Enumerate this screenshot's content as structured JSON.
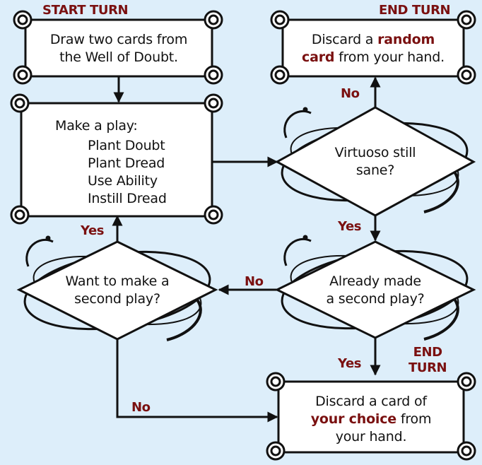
{
  "colors": {
    "background": "#ddeefa",
    "accent_red": "#7a1010",
    "stroke": "#111111",
    "box_fill": "#ffffff"
  },
  "labels": {
    "start_turn": "START TURN",
    "end_turn_top": "END TURN",
    "end_turn_bottom_line1": "END",
    "end_turn_bottom_line2": "TURN"
  },
  "nodes": {
    "draw": {
      "line1": "Draw two cards from",
      "line2": "the Well of Doubt."
    },
    "discard_random": {
      "pre": "Discard a ",
      "red1": "random",
      "red2": "card",
      "post": " from your hand."
    },
    "play": {
      "title": "Make a play:",
      "options": [
        "Plant Doubt",
        "Plant Dread",
        "Use Ability",
        "Instill Dread"
      ]
    },
    "virtuoso": {
      "line1": "Virtuoso still",
      "line2": "sane?"
    },
    "second_play": {
      "line1": "Want to make a",
      "line2": "second play?"
    },
    "already": {
      "line1": "Already made",
      "line2": "a second play?"
    },
    "discard_choice": {
      "line1": "Discard a card of",
      "red": "your choice",
      "post": " from",
      "line3": "your hand."
    }
  },
  "edges": {
    "virtuoso_no": "No",
    "virtuoso_yes": "Yes",
    "second_play_yes": "Yes",
    "second_play_no": "No",
    "already_no": "No",
    "already_yes": "Yes"
  }
}
